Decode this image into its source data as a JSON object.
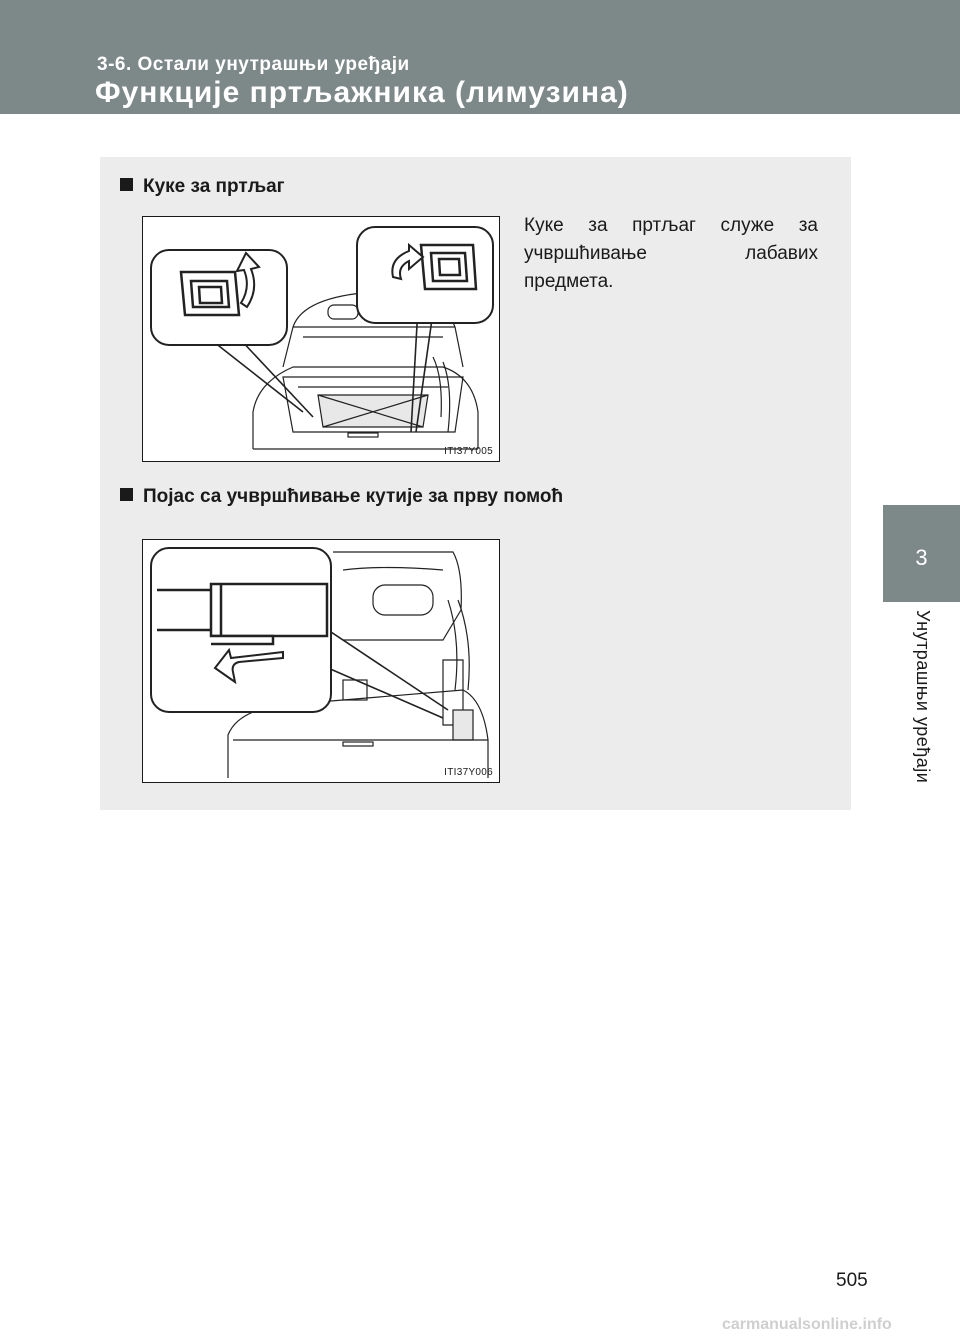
{
  "header": {
    "section": "3-6. Остали унутрашњи уређаји",
    "title": "Функције пртљажника (лимузина)"
  },
  "side_tab": {
    "number": "3",
    "label": "Унутрашњи уређаји"
  },
  "content": {
    "section1": {
      "heading": "Куке за пртљаг",
      "text": "Куке за пртљаг служе за учвршћивање лабавих предмета.",
      "figure_code": "ITI37Y005",
      "figure_icons": [
        "luggage-hook-icon",
        "rotate-arrow-icon"
      ]
    },
    "section2": {
      "heading": "Појас са учвршћивање кутије за прву помоћ",
      "figure_code": "ITI37Y006",
      "figure_icons": [
        "strap-icon",
        "arrow-left-icon"
      ]
    }
  },
  "footer": {
    "page_number": "505",
    "watermark": "carmanualsonline.info"
  },
  "colors": {
    "header_bg": "#7d8888",
    "content_bg": "#ececec",
    "text": "#1a1a1a"
  }
}
